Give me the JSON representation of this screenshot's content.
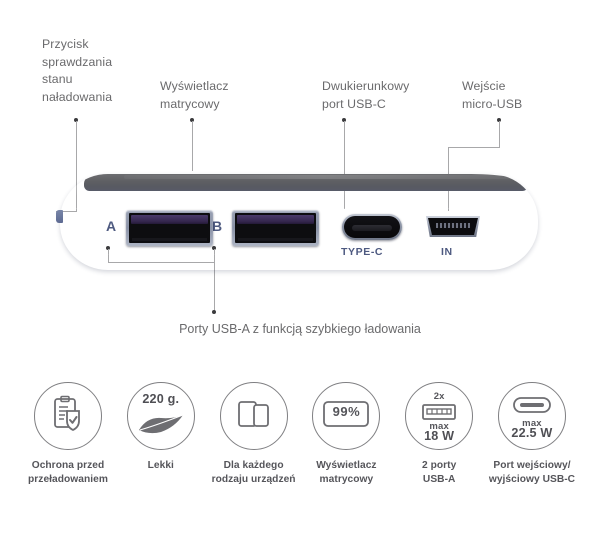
{
  "callouts": [
    {
      "id": "charge-button",
      "text": "Przycisk\nsprawdzania\nstanu\nnaładowania"
    },
    {
      "id": "matrix-display",
      "text": "Wyświetlacz\nmatrycowy"
    },
    {
      "id": "usb-c-port",
      "text": "Dwukierunkowy\nport USB-C"
    },
    {
      "id": "micro-usb-in",
      "text": "Wejście\nmicro-USB"
    }
  ],
  "bottom_caption": "Porty USB-A z funkcją szybkiego ładowania",
  "device": {
    "port_a_letter": "A",
    "port_b_letter": "B",
    "type_c_label": "TYPE-C",
    "in_label": "IN",
    "body_color": "#64719b",
    "top_strip_color": "#37383d",
    "usb_a_tongue_color": "#3b2d58"
  },
  "features": [
    {
      "id": "overload-protection",
      "icon": "clipboard-shield-icon",
      "label": "Ochrona przed\nprzeładowaniem"
    },
    {
      "id": "lightweight",
      "icon": "feather-icon",
      "label": "Lekki",
      "value": "220 g."
    },
    {
      "id": "all-devices",
      "icon": "devices-icon",
      "label": "Dla każdego\nrodzaju urządzeń"
    },
    {
      "id": "matrix-display",
      "icon": "battery-percent-icon",
      "label": "Wyświetlacz\nmatrycowy",
      "value": "99%"
    },
    {
      "id": "usb-a-ports",
      "icon": "usb-a-icon",
      "label": "2 porty\nUSB-A",
      "count": "2x",
      "max_line1": "max",
      "max_line2": "18 W"
    },
    {
      "id": "usb-c-port",
      "icon": "usb-c-icon",
      "label": "Port wejściowy/\nwyjściowy USB-C",
      "max_line1": "max",
      "max_line2": "22.5 W"
    }
  ]
}
